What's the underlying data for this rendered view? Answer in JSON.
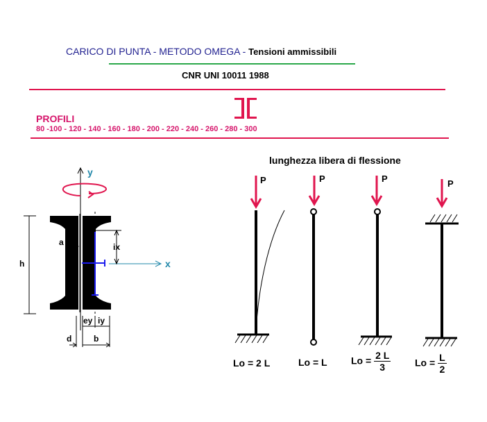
{
  "header": {
    "title": "CARICO DI PUNTA   - METODO  OMEGA -",
    "subtitle": "Tensioni ammissibili",
    "norm": "CNR UNI 10011 1988"
  },
  "profiles": {
    "label": "PROFILI",
    "list": "80 -100 - 120 - 140 - 160 - 180 - 200 - 220 - 240 - 260 - 280 - 300"
  },
  "section": {
    "axis_y": "y",
    "axis_x": "x",
    "h": "h",
    "a": "a",
    "ix": "ix",
    "ey": "ey",
    "iy": "iy",
    "d": "d",
    "b": "b"
  },
  "buckling": {
    "title": "lunghezza libera di flessione",
    "load": "P",
    "cases": [
      {
        "lo": "Lo = 2 L"
      },
      {
        "lo": "Lo = L"
      },
      {
        "lo_prefix": "Lo =",
        "num": "2  L",
        "den": "3"
      },
      {
        "lo_prefix": "Lo =",
        "num": "L",
        "den": "2"
      }
    ]
  },
  "colors": {
    "red": "#e0154e",
    "green": "#2aa84a",
    "blue": "#1a1aee",
    "axis_label": "#2288aa",
    "title_blue": "#1f1f8f"
  }
}
